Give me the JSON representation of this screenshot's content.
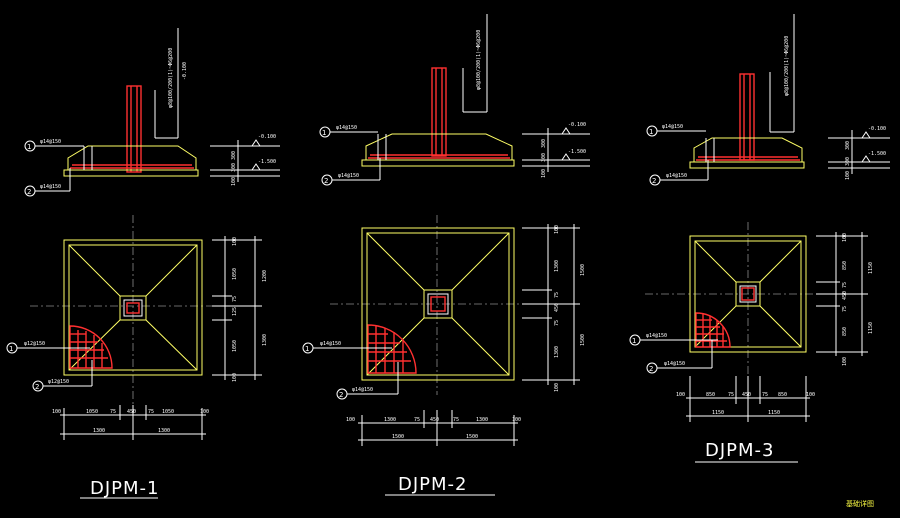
{
  "sheet_label": "基础详图",
  "footings": [
    {
      "title": "DJPM-1",
      "section_rebar_1": "φ14@150",
      "section_rebar_2": "φ14@150",
      "column_rebar": "φ8@100/200(1)~Φ6@200",
      "elev_top": "-0.100",
      "elev_bottom": "-1.500",
      "sec_dims": [
        "300",
        "300",
        "100"
      ],
      "plan_rebar_1": "φ12@150",
      "plan_rebar_2": "φ12@150",
      "right_dims": [
        "100",
        "1050",
        "75",
        "125",
        "1050",
        "100",
        "1200",
        "1300"
      ],
      "bottom_dims": [
        "100",
        "1050",
        "75",
        "450",
        "75",
        "1050",
        "100",
        "1300",
        "1300"
      ],
      "bubbles": [
        "1",
        "2",
        "1",
        "2"
      ]
    },
    {
      "title": "DJPM-2",
      "section_rebar_1": "φ14@150",
      "section_rebar_2": "φ14@150",
      "column_rebar": "φ8@100/200(1)~Φ6@200",
      "elev_top": "-0.100",
      "elev_bottom": "-1.500",
      "sec_dims": [
        "300",
        "300",
        "100"
      ],
      "plan_rebar_1": "φ14@150",
      "plan_rebar_2": "φ14@150",
      "right_dims": [
        "100",
        "1300",
        "75",
        "450",
        "75",
        "1300",
        "100",
        "1500",
        "1500"
      ],
      "bottom_dims": [
        "100",
        "1300",
        "75",
        "450",
        "75",
        "1300",
        "100",
        "1500",
        "1500"
      ],
      "bubbles": [
        "1",
        "2",
        "1",
        "2"
      ]
    },
    {
      "title": "DJPM-3",
      "section_rebar_1": "φ14@150",
      "section_rebar_2": "φ14@150",
      "column_rebar": "φ8@100/200(1)~Φ6@200",
      "elev_top": "-0.100",
      "elev_bottom": "-1.500",
      "sec_dims": [
        "300",
        "300",
        "100"
      ],
      "plan_rebar_1": "φ14@150",
      "plan_rebar_2": "φ14@150",
      "right_dims": [
        "100",
        "850",
        "75",
        "450",
        "75",
        "850",
        "100",
        "1150",
        "1150"
      ],
      "bottom_dims": [
        "100",
        "850",
        "75",
        "450",
        "75",
        "850",
        "100",
        "1150",
        "1150"
      ],
      "bubbles": [
        "1",
        "2",
        "1",
        "2"
      ]
    }
  ]
}
